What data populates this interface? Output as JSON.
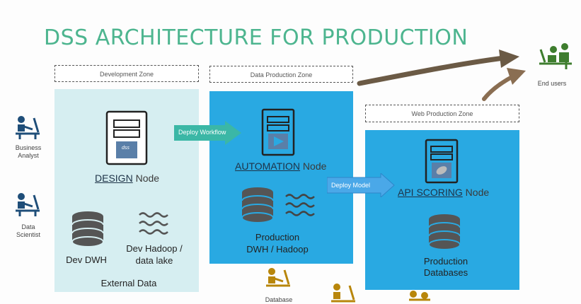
{
  "title": "DSS ARCHITECTURE FOR PRODUCTION",
  "zones": {
    "development": "Development Zone",
    "data_production": "Data Production Zone",
    "web_production": "Web Production Zone"
  },
  "nodes": {
    "design": {
      "name": "DESIGN",
      "suffix": " Node"
    },
    "automation": {
      "name": "AUTOMATION",
      "suffix": " Node"
    },
    "api_scoring": {
      "name": "API SCORING",
      "suffix": " Node"
    }
  },
  "arrows": {
    "deploy_workflow": "Deploy Workflow",
    "deploy_model": "Deploy Model"
  },
  "dev_items": {
    "dwh": "Dev DWH",
    "hadoop_line1": "Dev Hadoop /",
    "hadoop_line2": "data lake",
    "external": "External Data"
  },
  "prod_items": {
    "line1": "Production",
    "line2": "DWH / Hadoop"
  },
  "web_items": {
    "line1": "Production",
    "line2": "Databases"
  },
  "people": {
    "business_analyst_1": "Business",
    "business_analyst_2": "Analyst",
    "data_scientist_1": "Data",
    "data_scientist_2": "Scientist",
    "end_users": "End users",
    "database": "Database"
  },
  "badge": "dss",
  "colors": {
    "title": "#4db58f",
    "dev_panel": "#d6eef1",
    "prod_panel": "#29a9e2",
    "teal_arrow": "#3bb7a6",
    "blue_arrow": "#4aa8e8",
    "person_blue": "#1f4e79",
    "person_gold": "#b8860b",
    "person_green": "#3e7d2e",
    "brown_arrow": "#6b5a45"
  }
}
